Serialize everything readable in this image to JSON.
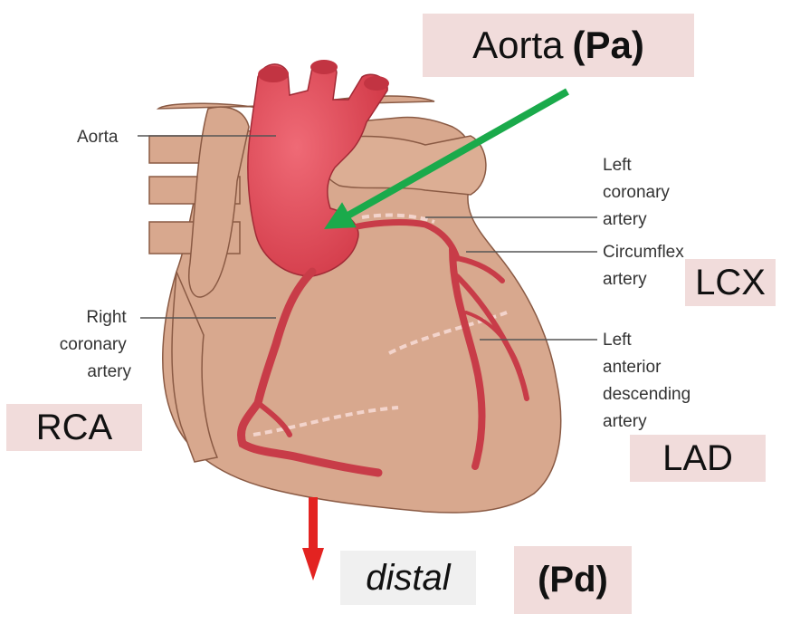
{
  "labels": {
    "aorta": "Aorta",
    "left_coronary": [
      "Left",
      "coronary",
      "artery"
    ],
    "circumflex": [
      "Circumflex",
      "artery"
    ],
    "right_coronary": [
      "Right",
      "coronary",
      "artery"
    ],
    "lad": [
      "Left",
      "anterior",
      "descending",
      "artery"
    ]
  },
  "callouts": {
    "aorta": "Aorta",
    "aorta_pressure": "(Pa)",
    "lcx": "LCX",
    "rca": "RCA",
    "lad": "LAD",
    "distal": "distal",
    "distal_pressure": "(Pd)"
  },
  "colors": {
    "heart": "#d8a88e",
    "artery": "#c83c48",
    "aorta": "#e04a58",
    "callout_bg": "#f1dcdb",
    "green_arrow": "#1aaa4b",
    "red_arrow": "#e32321"
  }
}
